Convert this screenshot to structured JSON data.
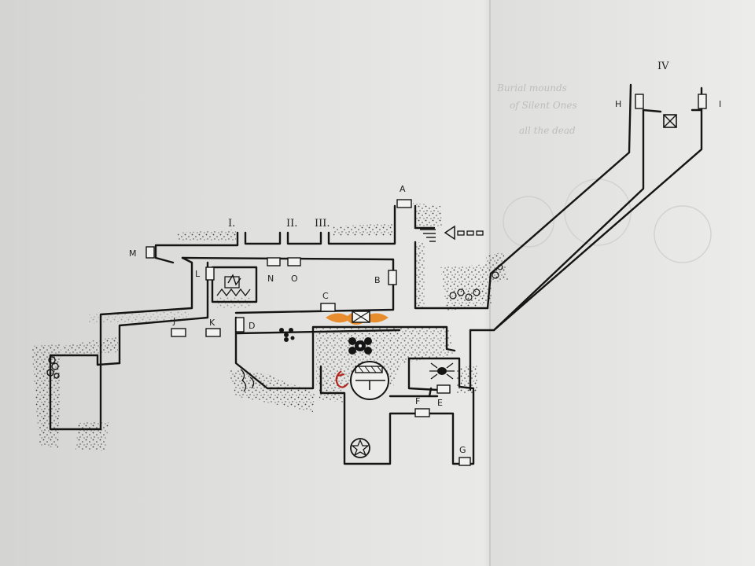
{
  "map": {
    "medium": "hand-drawn dungeon map on paper",
    "ink_color": "#151515",
    "fire_color": "#e8831a",
    "mark_color": "#b3261e",
    "door_labels": [
      "A",
      "B",
      "C",
      "D",
      "E",
      "F",
      "G",
      "H",
      "I",
      "J",
      "K",
      "L",
      "M",
      "N",
      "O"
    ],
    "area_labels": [
      "I.",
      "II.",
      "III.",
      "IV"
    ],
    "faint_text_lines": [
      "Burial mounds",
      "of Silent Ones",
      "all the dead"
    ],
    "icons": [
      "stairs-icon",
      "direction-arrow-icon",
      "fire-trap-icon",
      "flower-sigil-icon",
      "altar-circle-icon",
      "star-seal-icon",
      "spider-icon",
      "rubble-icon",
      "crossed-box-icon",
      "claw-rune-icon",
      "hatch-chest-icon"
    ]
  }
}
